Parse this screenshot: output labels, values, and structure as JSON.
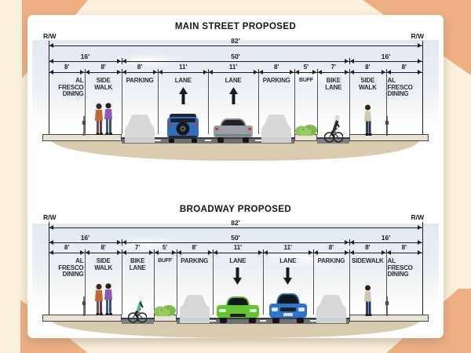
{
  "colors": {
    "canvas_bg": "#faf1dd",
    "corner_accent": "#eeb083",
    "card_bg": "#ffffff",
    "sky_top": "#e2e9f1",
    "road": "#6f7274",
    "bike_surface": "#7c7f82",
    "sidewalk_slab": "#e9e3d5",
    "slab_outline": "#45443c",
    "earth": "#d9cbad",
    "blue_suv": "#2f70c2",
    "gray_car": "#9aa0a5",
    "green_car": "#63c430",
    "blue_car": "#2e74cd",
    "ghost_car": "#d4d6d8",
    "shrub": "#8cc557"
  },
  "diagrams": [
    {
      "title": "MAIN STREET PROPOSED",
      "rw_left": "R/W",
      "rw_right": "R/W",
      "total_label": "82'",
      "groups": [
        {
          "label": "16'",
          "feet": 16
        },
        {
          "label": "50'",
          "feet": 50
        },
        {
          "label": "16'",
          "feet": 16
        }
      ],
      "segments": [
        {
          "dim": "8'",
          "feet": 8,
          "label_lines": [
            "AL",
            "FRESCO",
            "DINING"
          ],
          "align": "right",
          "surface": "sidewalk",
          "icons": [
            "parking-meter-icon"
          ]
        },
        {
          "dim": "8'",
          "feet": 8,
          "label_lines": [
            "SIDE",
            "WALK"
          ],
          "align": "center",
          "surface": "sidewalk",
          "icons": [
            "pedestrians-couple-icon"
          ]
        },
        {
          "dim": "8'",
          "feet": 8,
          "label_lines": [
            "PARKING"
          ],
          "align": "center",
          "surface": "road",
          "icons": [
            "parked-car-silhouette-icon"
          ]
        },
        {
          "dim": "11'",
          "feet": 11,
          "label_lines": [
            "LANE"
          ],
          "align": "center",
          "surface": "road",
          "icons": [
            "lane-direction-arrow-icon",
            "blue-suv-rear-icon"
          ],
          "direction": "up"
        },
        {
          "dim": "11'",
          "feet": 11,
          "label_lines": [
            "LANE"
          ],
          "align": "center",
          "surface": "road",
          "icons": [
            "lane-direction-arrow-icon",
            "gray-car-rear-icon"
          ],
          "direction": "up"
        },
        {
          "dim": "8'",
          "feet": 8,
          "label_lines": [
            "PARKING"
          ],
          "align": "center",
          "surface": "road",
          "icons": [
            "parked-car-silhouette-icon"
          ]
        },
        {
          "dim": "5'",
          "feet": 5,
          "label_lines": [
            "BUFF"
          ],
          "align": "center",
          "surface": "island",
          "icons": [
            "buffer-shrub-icon"
          ]
        },
        {
          "dim": "7'",
          "feet": 7,
          "label_lines": [
            "BIKE",
            "LANE"
          ],
          "align": "center",
          "surface": "bike",
          "icons": [
            "cyclist-icon"
          ],
          "rider_color": "#2e2e30",
          "helmet_color": "#d9d9d6"
        },
        {
          "dim": "8'",
          "feet": 8,
          "label_lines": [
            "SIDE",
            "WALK"
          ],
          "align": "center",
          "surface": "sidewalk",
          "icons": [
            "pedestrian-icon"
          ]
        },
        {
          "dim": "8'",
          "feet": 8,
          "label_lines": [
            "AL",
            "FRESCO",
            "DINING"
          ],
          "align": "left",
          "surface": "sidewalk",
          "icons": [
            "parking-meter-icon"
          ]
        }
      ]
    },
    {
      "title": "BROADWAY PROPOSED",
      "rw_left": "R/W",
      "rw_right": "R/W",
      "total_label": "82'",
      "groups": [
        {
          "label": "16'",
          "feet": 16
        },
        {
          "label": "50'",
          "feet": 50
        },
        {
          "label": "16'",
          "feet": 16
        }
      ],
      "segments": [
        {
          "dim": "8'",
          "feet": 8,
          "label_lines": [
            "AL",
            "FRESCO",
            "DINING"
          ],
          "align": "right",
          "surface": "sidewalk",
          "icons": [
            "parking-meter-icon"
          ]
        },
        {
          "dim": "8'",
          "feet": 8,
          "label_lines": [
            "SIDE",
            "WALK"
          ],
          "align": "center",
          "surface": "sidewalk",
          "icons": [
            "pedestrians-couple-icon"
          ]
        },
        {
          "dim": "7'",
          "feet": 7,
          "label_lines": [
            "BIKE",
            "LANE"
          ],
          "align": "center",
          "surface": "bike",
          "icons": [
            "cyclist-icon"
          ],
          "rider_color": "#49b893",
          "helmet_color": "#f0f0ee"
        },
        {
          "dim": "5'",
          "feet": 5,
          "label_lines": [
            "BUFF"
          ],
          "align": "center",
          "surface": "island",
          "icons": [
            "buffer-shrub-icon"
          ]
        },
        {
          "dim": "8'",
          "feet": 8,
          "label_lines": [
            "PARKING"
          ],
          "align": "center",
          "surface": "road",
          "icons": [
            "parked-car-silhouette-icon"
          ]
        },
        {
          "dim": "11'",
          "feet": 11,
          "label_lines": [
            "LANE"
          ],
          "align": "center",
          "surface": "road",
          "icons": [
            "lane-direction-arrow-icon",
            "green-car-front-icon"
          ],
          "direction": "down"
        },
        {
          "dim": "11'",
          "feet": 11,
          "label_lines": [
            "LANE"
          ],
          "align": "center",
          "surface": "road",
          "icons": [
            "lane-direction-arrow-icon",
            "blue-car-front-icon"
          ],
          "direction": "down"
        },
        {
          "dim": "8'",
          "feet": 8,
          "label_lines": [
            "PARKING"
          ],
          "align": "center",
          "surface": "road",
          "icons": [
            "parked-car-silhouette-icon"
          ]
        },
        {
          "dim": "8'",
          "feet": 8,
          "label_lines": [
            "SIDEWALK"
          ],
          "align": "center",
          "surface": "sidewalk",
          "icons": [
            "pedestrian-icon"
          ]
        },
        {
          "dim": "8'",
          "feet": 8,
          "label_lines": [
            "AL",
            "FRESCO",
            "DINING"
          ],
          "align": "left",
          "surface": "sidewalk",
          "icons": [
            "parking-meter-icon"
          ]
        }
      ]
    }
  ]
}
